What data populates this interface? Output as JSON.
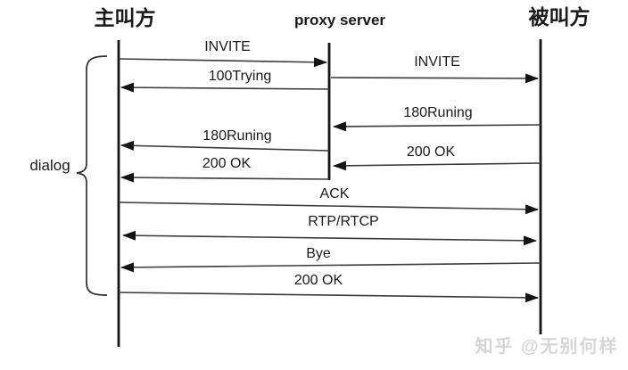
{
  "participants": {
    "caller": "主叫方",
    "proxy": "proxy server",
    "callee": "被叫方"
  },
  "messages": [
    {
      "label": "INVITE",
      "from": "caller",
      "to": "proxy"
    },
    {
      "label": "INVITE",
      "from": "proxy",
      "to": "callee"
    },
    {
      "label": "100Trying",
      "from": "proxy",
      "to": "caller"
    },
    {
      "label": "180Runing",
      "from": "callee",
      "to": "proxy"
    },
    {
      "label": "180Runing",
      "from": "proxy",
      "to": "caller"
    },
    {
      "label": "200 OK",
      "from": "callee",
      "to": "proxy"
    },
    {
      "label": "200 OK",
      "from": "proxy",
      "to": "caller"
    },
    {
      "label": "ACK",
      "from": "caller",
      "to": "callee"
    },
    {
      "label": "RTP/RTCP",
      "from": "caller",
      "to": "callee",
      "bidirectional": true
    },
    {
      "label": "Bye",
      "from": "callee",
      "to": "caller"
    },
    {
      "label": "200 OK",
      "from": "caller",
      "to": "callee"
    }
  ],
  "bracket": {
    "label": "dialog"
  },
  "watermark": {
    "text": "知乎 @无别何样",
    "color": "#d6d6d6"
  },
  "colors": {
    "line": "#3a3a3a",
    "text": "#1a1a1a",
    "background": "#ffffff"
  }
}
